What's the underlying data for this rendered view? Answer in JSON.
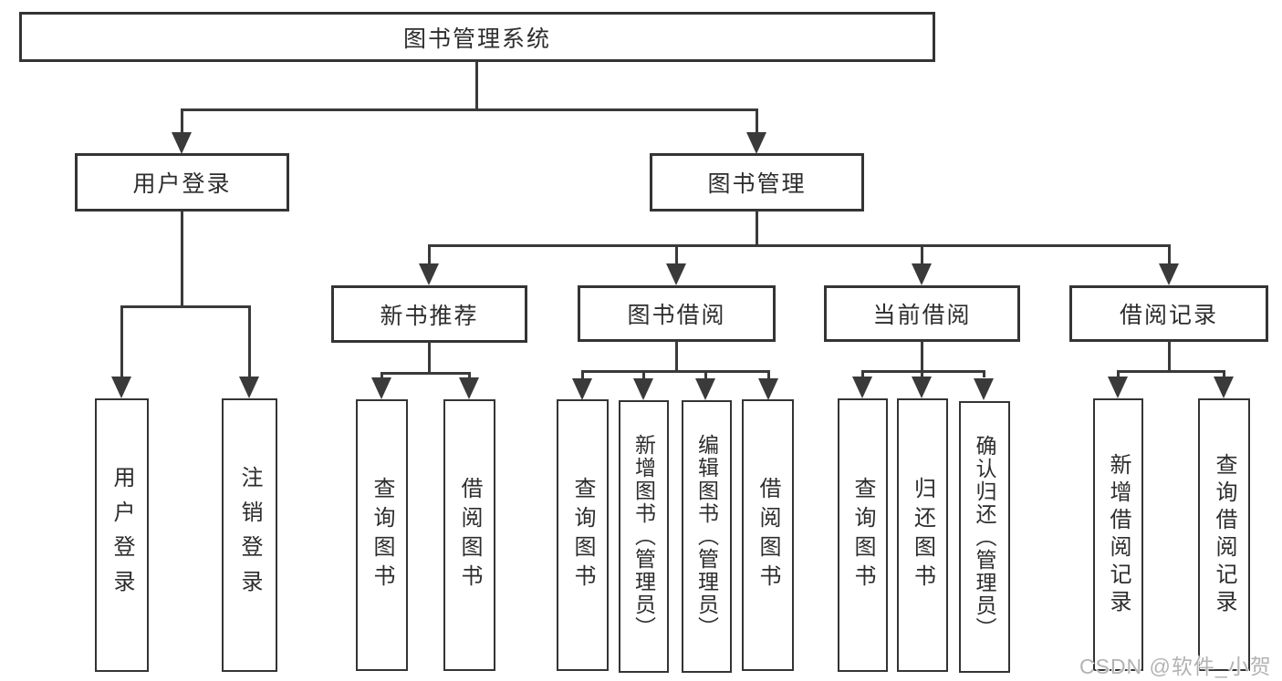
{
  "nodes": {
    "root": "图书管理系统",
    "user_login": "用户登录",
    "book_mgmt": "图书管理",
    "new_book_rec": "新书推荐",
    "book_borrow": "图书借阅",
    "current_borrow": "当前借阅",
    "borrow_record": "借阅记录"
  },
  "leaves": {
    "g1": [
      "用户登录",
      "注销登录"
    ],
    "g2": [
      "查询图书",
      "借阅图书"
    ],
    "g3": [
      "查询图书",
      "新增图书（管理员）",
      "编辑图书（管理员）",
      "借阅图书"
    ],
    "g4": [
      "查询图书",
      "归还图书",
      "确认归还（管理员）"
    ],
    "g5": [
      "新增借阅记录",
      "查询借阅记录"
    ]
  },
  "watermark": "CSDN @软件_小贺同学",
  "colors": {
    "line": "#3a3a3a",
    "border": "#343434",
    "text": "#2d2d2d",
    "watermark": "#b3b3b3",
    "background": "#ffffff"
  }
}
